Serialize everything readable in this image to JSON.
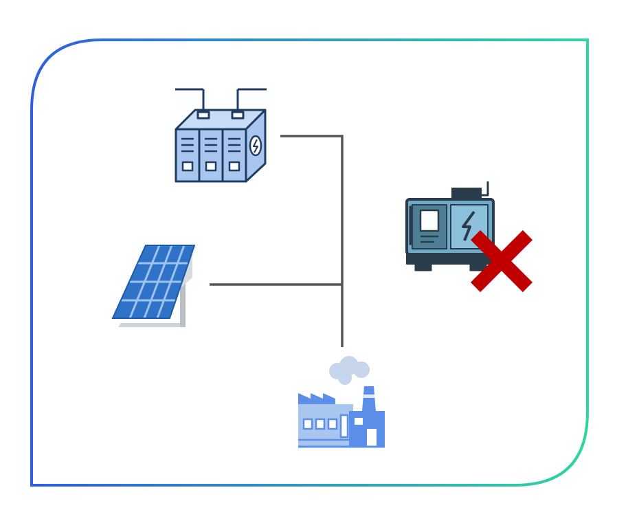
{
  "diagram": {
    "frame": {
      "gradient_start": "#2f5fe0",
      "gradient_end": "#2fd6a0"
    },
    "nodes": [
      {
        "id": "battery",
        "icon": "battery-storage-icon",
        "connected": true
      },
      {
        "id": "solar",
        "icon": "solar-panel-icon",
        "connected": true
      },
      {
        "id": "factory",
        "icon": "factory-icon",
        "connected": true
      },
      {
        "id": "generator",
        "icon": "diesel-generator-icon",
        "connected": false,
        "status_mark": "red-x-icon"
      }
    ],
    "colors": {
      "line": "#555555",
      "icon_fill": "#a9c6ee",
      "icon_stroke": "#1f3d63",
      "solar_blue": "#2f73c9",
      "generator_fill": "#6fa9c8",
      "generator_dark": "#2a3b49",
      "cross": "#c00000",
      "factory_blue": "#5b8ee8"
    }
  }
}
